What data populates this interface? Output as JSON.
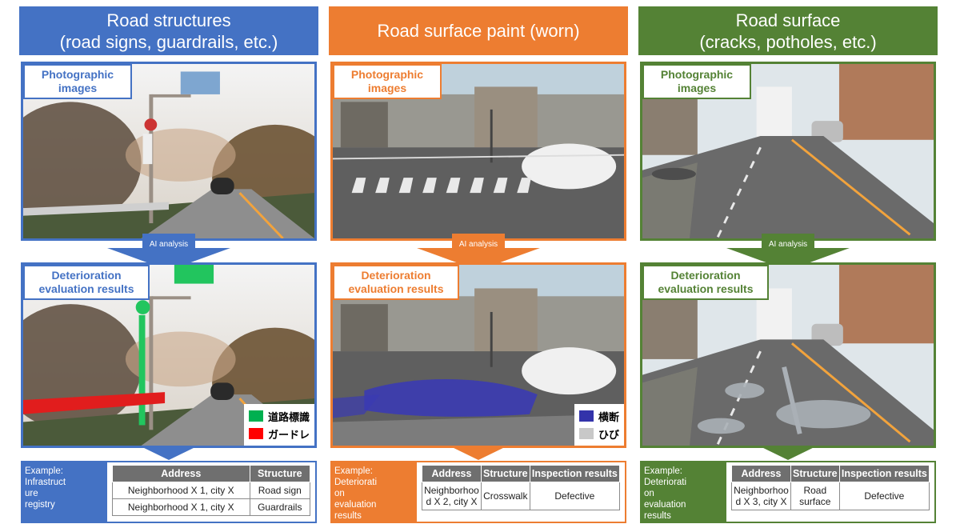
{
  "columns": [
    {
      "header": "Road structures\n(road signs, guardrails, etc.)",
      "color": "#4472c4",
      "photo_tag": "Photographic\nimages",
      "arrow_label": "AI analysis",
      "eval_tag": "Deterioration\nevaluation results",
      "legend": [
        {
          "color": "#00b050",
          "label": "道路標識"
        },
        {
          "color": "#ff0000",
          "label": "ガードレ"
        }
      ],
      "example_label": "Example:\nInfrastruct\nure\nregistry",
      "table": {
        "headers": [
          "Address",
          "Structure"
        ],
        "rows": [
          [
            "Neighborhood X 1, city X",
            "Road sign"
          ],
          [
            "Neighborhood X 1, city X",
            "Guardrails"
          ]
        ]
      }
    },
    {
      "header": "Road surface paint (worn)",
      "color": "#ed7d31",
      "photo_tag": "Photographic\nimages",
      "arrow_label": "AI analysis",
      "eval_tag": "Deterioration\nevaluation results",
      "legend": [
        {
          "color": "#3333aa",
          "label": "横断"
        },
        {
          "color": "#c8c8c8",
          "label": "ひび"
        }
      ],
      "example_label": "Example:\nDeteriorati\non\nevaluation\nresults",
      "table": {
        "headers": [
          "Address",
          "Structure",
          "Inspection results"
        ],
        "rows": [
          [
            "Neighborhoo\nd X 2, city X",
            "Crosswalk",
            "Defective"
          ]
        ]
      }
    },
    {
      "header": "Road surface\n(cracks, potholes, etc.)",
      "color": "#548235",
      "photo_tag": "Photographic\nimages",
      "arrow_label": "AI analysis",
      "eval_tag": "Deterioration\nevaluation results",
      "legend": [],
      "example_label": "Example:\nDeteriorati\non\nevaluation\nresults",
      "table": {
        "headers": [
          "Address",
          "Structure",
          "Inspection results"
        ],
        "rows": [
          [
            "Neighborhoo\nd X 3, city X",
            "Road\nsurface",
            "Defective"
          ]
        ]
      }
    }
  ]
}
